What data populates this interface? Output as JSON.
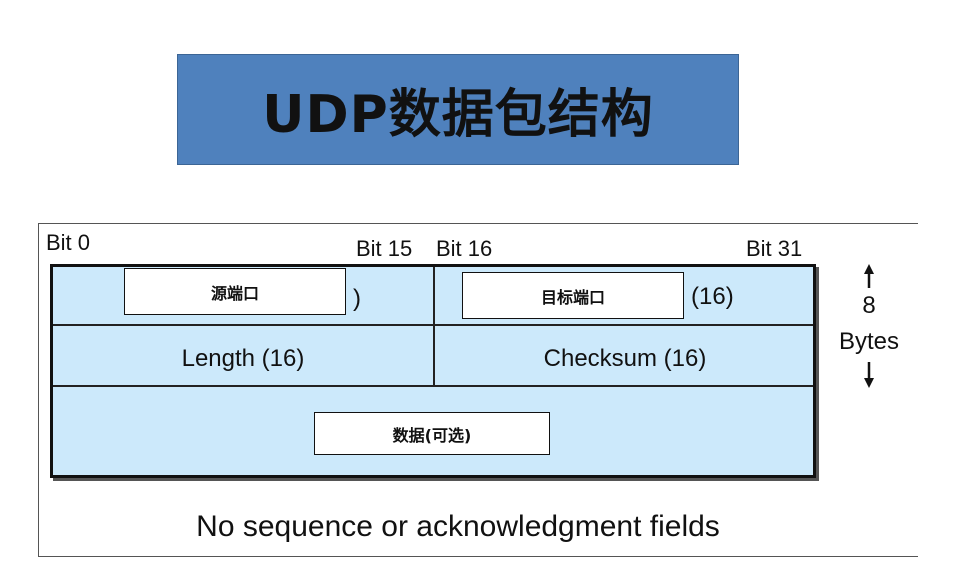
{
  "title": "UDP数据包结构",
  "bits": {
    "bit0": "Bit 0",
    "bit15": "Bit 15",
    "bit16": "Bit 16",
    "bit31": "Bit 31"
  },
  "fields": {
    "source_port": {
      "label": "源端口",
      "suffix": ")"
    },
    "dest_port": {
      "label": "目标端口",
      "suffix": "(16)"
    },
    "length": "Length (16)",
    "checksum": "Checksum (16)",
    "data": "数据(可选)"
  },
  "size": {
    "value": "8",
    "unit": "Bytes"
  },
  "footer": "No sequence or acknowledgment fields",
  "colors": {
    "title_bg": "#4f81bd",
    "cell_bg": "#cce9fb"
  }
}
